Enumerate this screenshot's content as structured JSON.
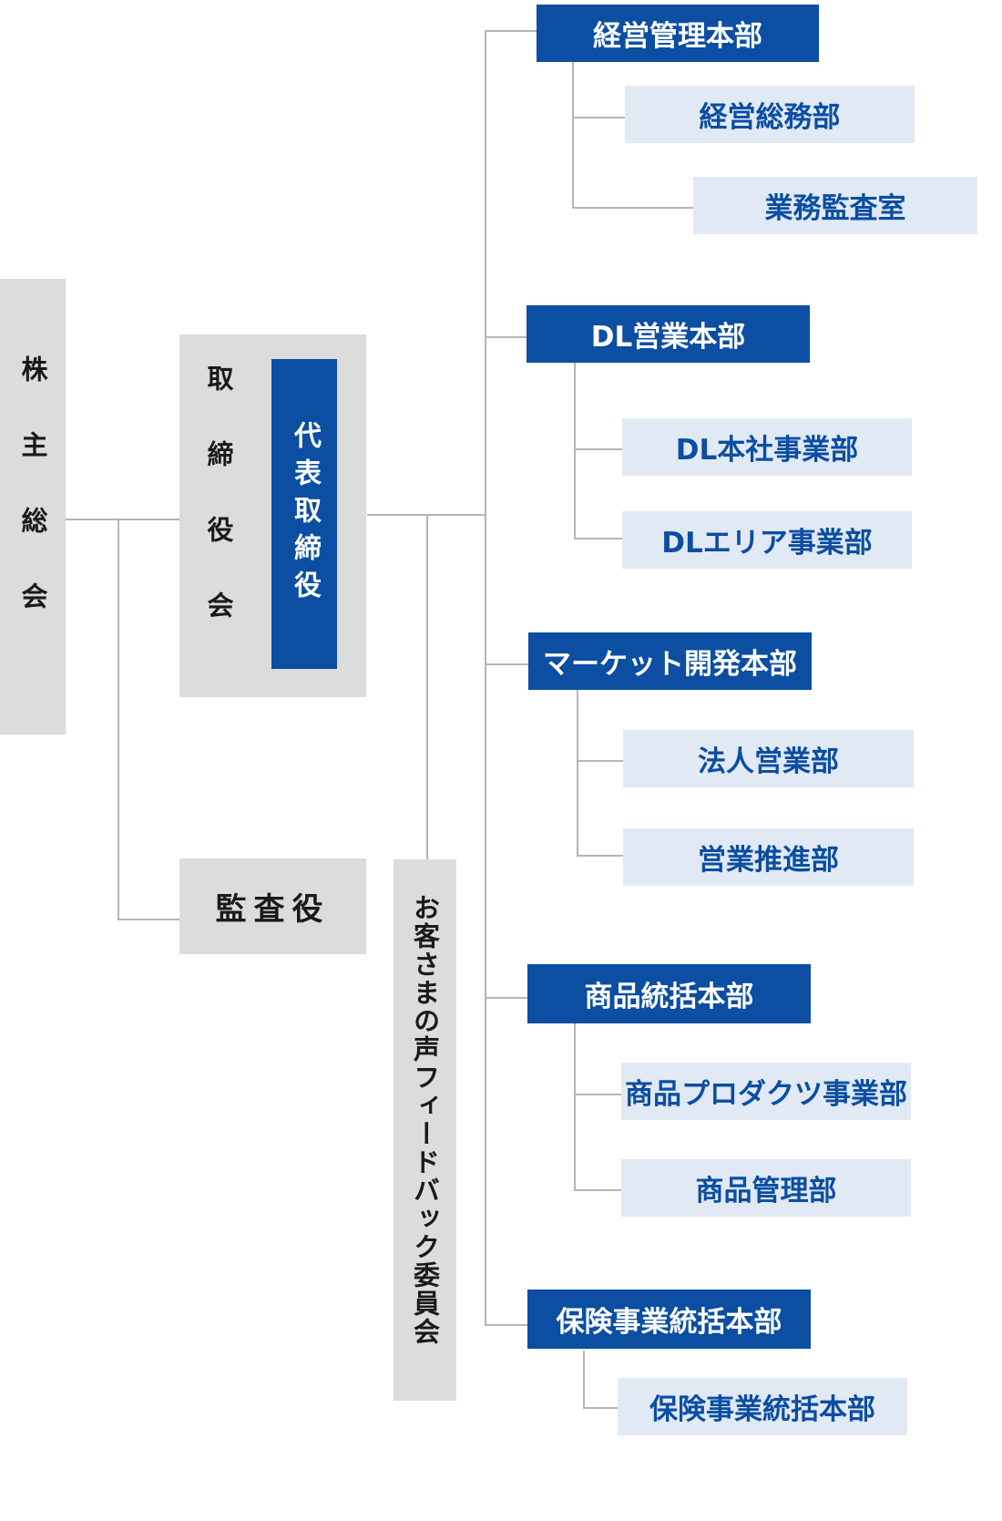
{
  "governance": {
    "shareholders_meeting": "株主総会",
    "board_of_directors": "取締役会",
    "representative_director": "代表取締役",
    "auditor": "監査役",
    "customer_feedback_committee": "お客さまの声フィードバック委員会"
  },
  "headquarters": [
    {
      "name": "経営管理本部",
      "departments": [
        "経営総務部",
        "業務監査室"
      ]
    },
    {
      "name": "DL営業本部",
      "departments": [
        "DL本社事業部",
        "DLエリア事業部"
      ]
    },
    {
      "name": "マーケット開発本部",
      "departments": [
        "法人営業部",
        "営業推進部"
      ]
    },
    {
      "name": "商品統括本部",
      "departments": [
        "商品プロダクツ事業部",
        "商品管理部"
      ]
    },
    {
      "name": "保険事業統括本部",
      "departments": [
        "保険事業統括本部"
      ]
    }
  ],
  "colors": {
    "navy": "#0b4ea2",
    "light_blue": "#e1e9f4",
    "gray": "#dcdcdc",
    "line": "#b5b5b5"
  }
}
